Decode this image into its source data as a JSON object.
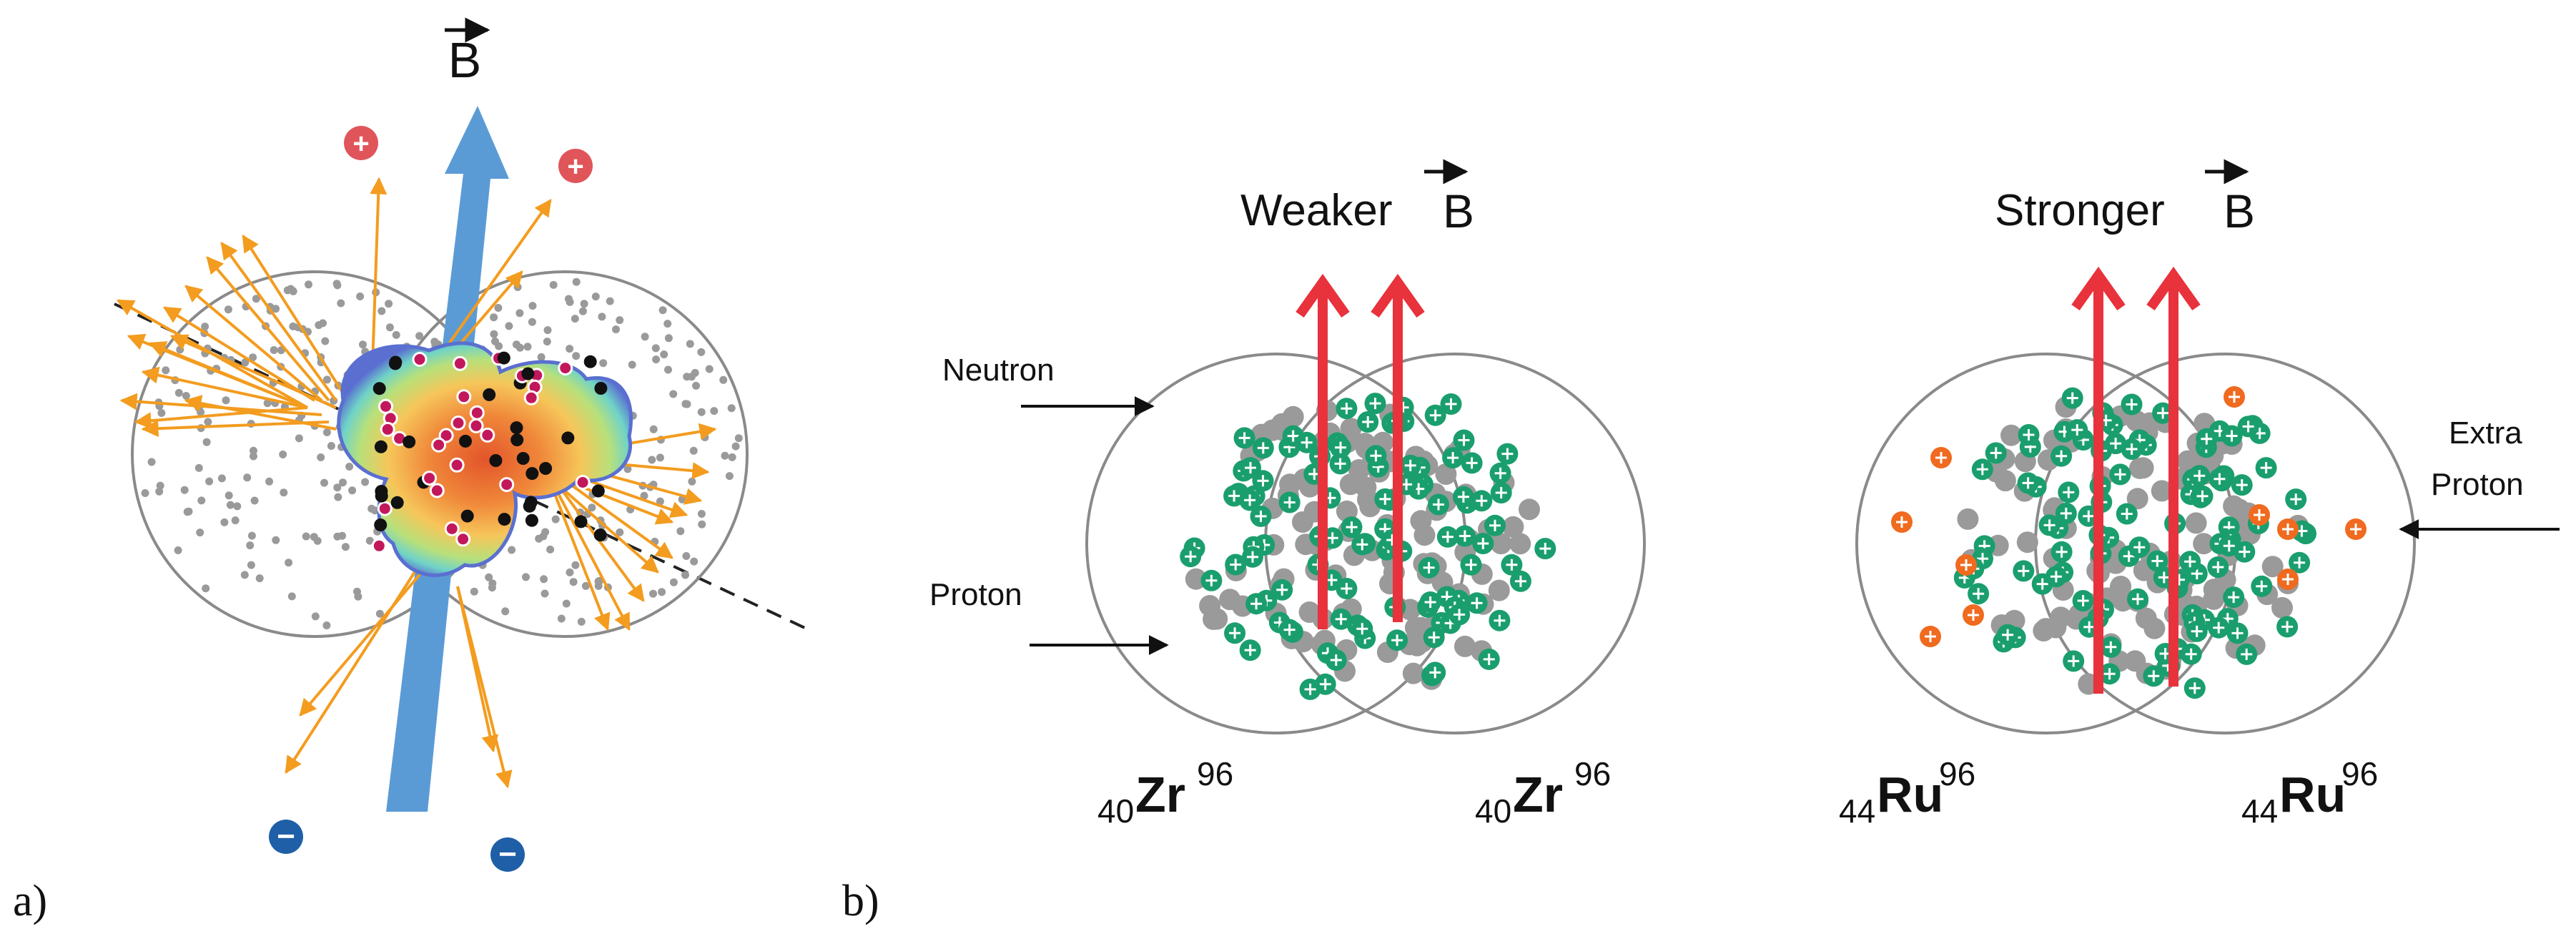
{
  "panel_a": {
    "label": "a)",
    "field_label": "B",
    "charge_positive": "+",
    "charge_negative": "−"
  },
  "panel_b": {
    "label": "b)",
    "left": {
      "title_prefix": "Weaker",
      "title_field": "B",
      "annotation_neutron": "Neutron",
      "annotation_proton": "Proton",
      "nucleus_left": {
        "sub": "40",
        "symbol": "Zr",
        "sup": "96"
      },
      "nucleus_right": {
        "sub": "40",
        "symbol": "Zr",
        "sup": "96"
      }
    },
    "right": {
      "title_prefix": "Stronger",
      "title_field": "B",
      "annotation_extra_1": "Extra",
      "annotation_extra_2": "Proton",
      "nucleus_left": {
        "sub": "44",
        "symbol": "Ru",
        "sup": "96"
      },
      "nucleus_right": {
        "sub": "44",
        "symbol": "Ru",
        "sup": "96"
      }
    }
  },
  "colors": {
    "field_arrow_blue": "#5b9bd5",
    "field_arrow_red": "#e8323c",
    "track_orange": "#f39c1f",
    "neutron_gray": "#9a9a9a",
    "proton_green": "#1a9e6e",
    "extra_proton_orange": "#f06a1f",
    "positive_red": "#e0555a",
    "negative_blue": "#1f5fa8",
    "outline_gray": "#8a8a8a"
  }
}
